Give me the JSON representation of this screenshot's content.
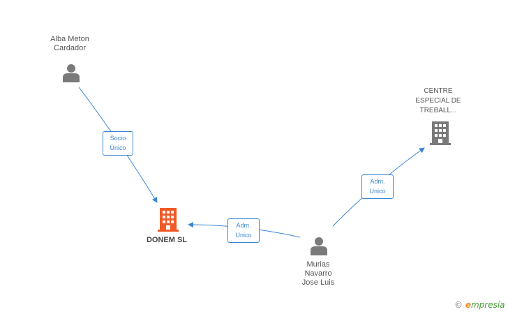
{
  "nodes": {
    "alba": {
      "line1": "Alba Meton",
      "line2": "Cardador",
      "type": "person"
    },
    "centre": {
      "line1": "CENTRE",
      "line2": "ESPECIAL DE",
      "line3": "TREBALL...",
      "type": "company"
    },
    "donem": {
      "label": "DONEM SL",
      "type": "company-focus"
    },
    "murias": {
      "line1": "Murias",
      "line2": "Navarro",
      "line3": "Jose Luis",
      "type": "person"
    }
  },
  "edges": {
    "alba_donem": {
      "line1": "Socio",
      "line2": "Único"
    },
    "murias_donem": {
      "line1": "Adm.",
      "line2": "Unico"
    },
    "murias_centre": {
      "line1": "Adm.",
      "line2": "Unico"
    }
  },
  "colors": {
    "edge": "#3a86d1",
    "person_icon": "#7a7a7a",
    "company_icon": "#7a7a7a",
    "focus_company_icon": "#f05a28"
  },
  "watermark": {
    "copyright": "©",
    "brand_initial": "e",
    "brand_rest": "mpresia"
  }
}
